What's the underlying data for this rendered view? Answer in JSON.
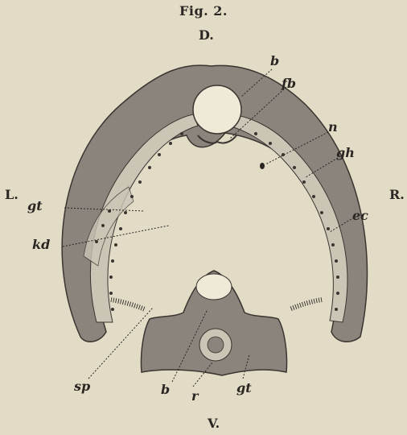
{
  "figure": {
    "title": "Fig. 2.",
    "orientation": {
      "top": "D.",
      "left": "L.",
      "right": "R.",
      "bottom": "V."
    },
    "labels": {
      "b_top": "b",
      "fb": "fb",
      "n": "n",
      "gh": "gh",
      "gt_left": "gt",
      "ec": "ec",
      "kd": "kd",
      "sp": "sp",
      "b_bottom": "b",
      "r": "r",
      "gt_bottom": "gt"
    }
  },
  "colors": {
    "paper": "#e2dcc7",
    "tissue_fill": "#8a847d",
    "tissue_stroke": "#3b3530",
    "cell_fill": "#cbc5b6",
    "ink": "#2a2622"
  }
}
